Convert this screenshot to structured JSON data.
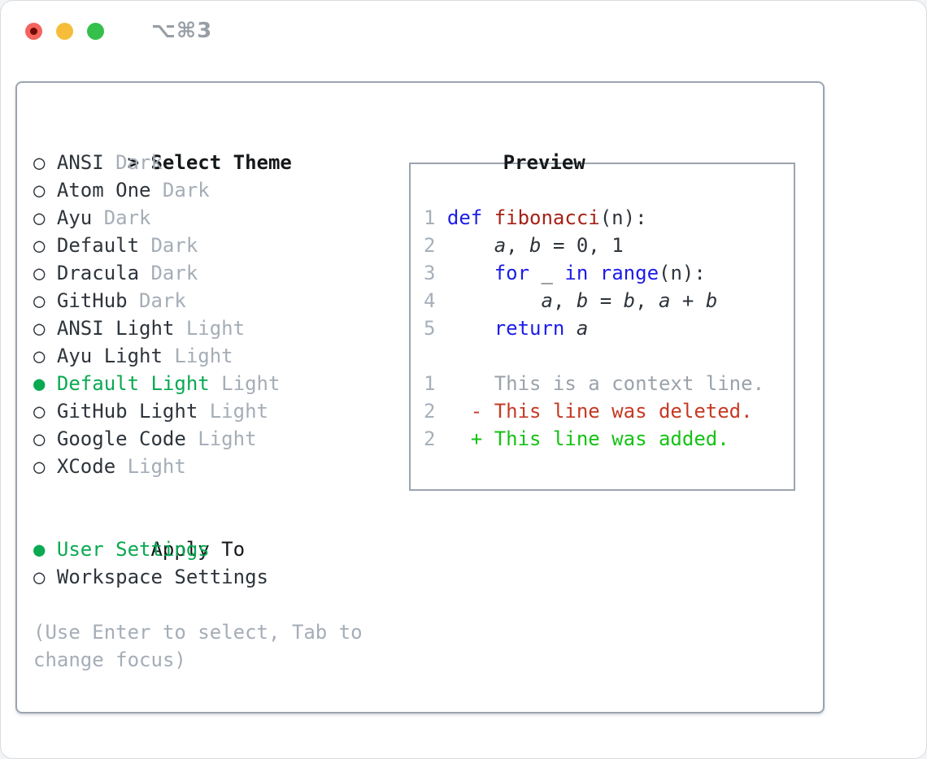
{
  "window": {
    "title": "⌥⌘3"
  },
  "colors": {
    "heading": "#15181b",
    "text": "#2e343b",
    "muted": "#a5adb7",
    "border": "#9ba4af",
    "line_number": "#a6b0ba",
    "keyword": "#1c1ce8",
    "function_name": "#a62117",
    "context": "#9aa2ab",
    "deleted": "#c53a24",
    "added": "#14c214",
    "selected_green": "#0aa952",
    "titlebar_text": "#989ea5",
    "light_red": "#f4645c",
    "light_red_dot": "#6e0b05",
    "light_yellow": "#f5bd3a",
    "light_green": "#35c04b"
  },
  "theme_picker": {
    "header_marker": ">",
    "header": "Select Theme",
    "marker_selected": "●",
    "marker_unselected": "○",
    "items": [
      {
        "name": "ANSI",
        "variant": "Dark",
        "selected": false
      },
      {
        "name": "Atom One",
        "variant": "Dark",
        "selected": false
      },
      {
        "name": "Ayu",
        "variant": "Dark",
        "selected": false
      },
      {
        "name": "Default",
        "variant": "Dark",
        "selected": false
      },
      {
        "name": "Dracula",
        "variant": "Dark",
        "selected": false
      },
      {
        "name": "GitHub",
        "variant": "Dark",
        "selected": false
      },
      {
        "name": "ANSI Light",
        "variant": "Light",
        "selected": false
      },
      {
        "name": "Ayu Light",
        "variant": "Light",
        "selected": false
      },
      {
        "name": "Default Light",
        "variant": "Light",
        "selected": true
      },
      {
        "name": "GitHub Light",
        "variant": "Light",
        "selected": false
      },
      {
        "name": "Google Code",
        "variant": "Light",
        "selected": false
      },
      {
        "name": "XCode",
        "variant": "Light",
        "selected": false
      }
    ]
  },
  "apply_to": {
    "header": "Apply To",
    "options": [
      {
        "label": "User Settings",
        "selected": true
      },
      {
        "label": "Workspace Settings",
        "selected": false
      }
    ]
  },
  "hint": "(Use Enter to select, Tab to change focus)",
  "preview": {
    "header": "Preview",
    "code_lines": [
      {
        "number": "1",
        "segments": [
          {
            "text": "def ",
            "style": "keyword"
          },
          {
            "text": "fibonacci",
            "style": "function"
          },
          {
            "text": "(n):",
            "style": "plain"
          }
        ]
      },
      {
        "number": "2",
        "segments": [
          {
            "text": "    ",
            "style": "plain"
          },
          {
            "text": "a",
            "style": "variable"
          },
          {
            "text": ", ",
            "style": "plain"
          },
          {
            "text": "b",
            "style": "variable"
          },
          {
            "text": " = 0, 1",
            "style": "plain"
          }
        ]
      },
      {
        "number": "3",
        "segments": [
          {
            "text": "    ",
            "style": "plain"
          },
          {
            "text": "for",
            "style": "keyword"
          },
          {
            "text": " _ ",
            "style": "plain"
          },
          {
            "text": "in",
            "style": "keyword"
          },
          {
            "text": " ",
            "style": "plain"
          },
          {
            "text": "range",
            "style": "builtin"
          },
          {
            "text": "(n):",
            "style": "plain"
          }
        ]
      },
      {
        "number": "4",
        "segments": [
          {
            "text": "        ",
            "style": "plain"
          },
          {
            "text": "a",
            "style": "variable"
          },
          {
            "text": ", ",
            "style": "plain"
          },
          {
            "text": "b",
            "style": "variable"
          },
          {
            "text": " = ",
            "style": "plain"
          },
          {
            "text": "b",
            "style": "variable"
          },
          {
            "text": ", ",
            "style": "plain"
          },
          {
            "text": "a",
            "style": "variable"
          },
          {
            "text": " + ",
            "style": "plain"
          },
          {
            "text": "b",
            "style": "variable"
          }
        ]
      },
      {
        "number": "5",
        "segments": [
          {
            "text": "    ",
            "style": "plain"
          },
          {
            "text": "return",
            "style": "keyword"
          },
          {
            "text": " ",
            "style": "plain"
          },
          {
            "text": "a",
            "style": "variable"
          }
        ]
      }
    ],
    "diff_lines": [
      {
        "number": "1",
        "text": "    This is a context line.",
        "style": "context"
      },
      {
        "number": "2",
        "text": "  - This line was deleted.",
        "style": "deleted"
      },
      {
        "number": "2",
        "text": "  + This line was added.",
        "style": "added"
      }
    ]
  }
}
